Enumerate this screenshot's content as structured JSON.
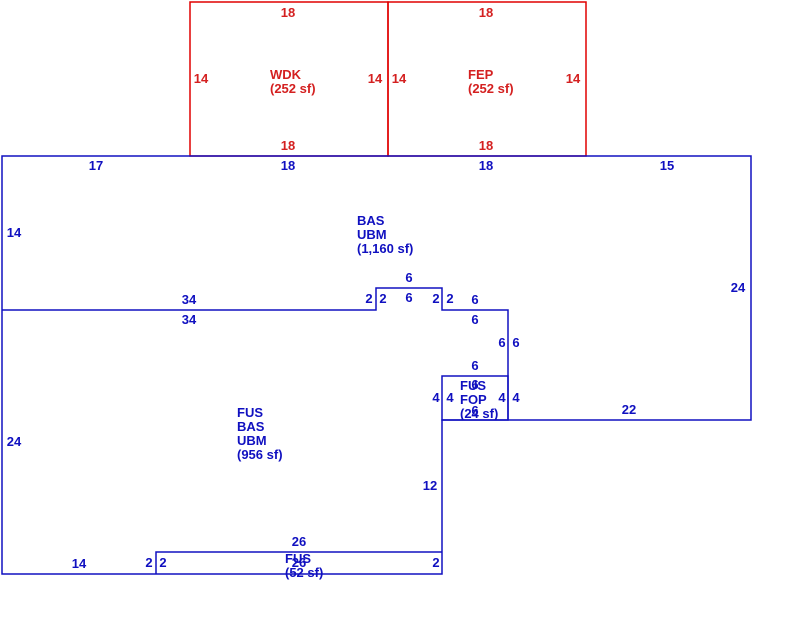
{
  "colors": {
    "deck_line": "#e00000",
    "deck_text": "#d42020",
    "main_line": "#1010c0",
    "main_text": "#1010c0",
    "background": "#ffffff"
  },
  "areas": {
    "wdk": {
      "code": "WDK",
      "area": "(252 sf)"
    },
    "fep": {
      "code": "FEP",
      "area": "(252 sf)"
    },
    "bas_upper": {
      "line1": "BAS",
      "line2": "UBM",
      "area": "(1,160 sf)"
    },
    "fus_lower": {
      "line1": "FUS",
      "line2": "BAS",
      "line3": "UBM",
      "area": "(956 sf)"
    },
    "fop_small": {
      "line1": "FUS",
      "line2": "FOP",
      "area": "(24 sf)"
    },
    "fus_strip": {
      "line1": "FUS",
      "area": "(52 sf)"
    }
  },
  "dims": {
    "wdk_top": "18",
    "wdk_left": "14",
    "wdk_right": "14",
    "wdk_bottom": "18",
    "fep_top": "18",
    "fep_left": "14",
    "fep_right": "14",
    "fep_bottom": "18",
    "bas_top_left": "17",
    "bas_top_mid1": "18",
    "bas_top_mid2": "18",
    "bas_top_right": "15",
    "bas_left": "14",
    "bas_right": "24",
    "bas_bottom_left": "34",
    "lower_top_left": "34",
    "notch_top": "6",
    "notch_inner": "6",
    "notch_left_outer": "2",
    "notch_left_inner": "2",
    "notch_right_inner": "2",
    "notch_right_outer": "2",
    "step_top_upper": "6",
    "step_top_lower": "6",
    "step_vert_left": "6",
    "step_vert_right": "6",
    "fop_top": "6",
    "fop_top_inner": "6",
    "fop_left_outer": "4",
    "fop_left_inner": "4",
    "fop_right_inner": "4",
    "fop_right_outer": "4",
    "fop_bottom": "6",
    "bottom_right": "22",
    "lower_left": "24",
    "lower_inner_vert": "12",
    "lower_bottom_left": "14",
    "strip_top": "26",
    "strip_bottom": "26",
    "strip_left_outer": "2",
    "strip_left_inner": "2",
    "strip_right": "2"
  }
}
